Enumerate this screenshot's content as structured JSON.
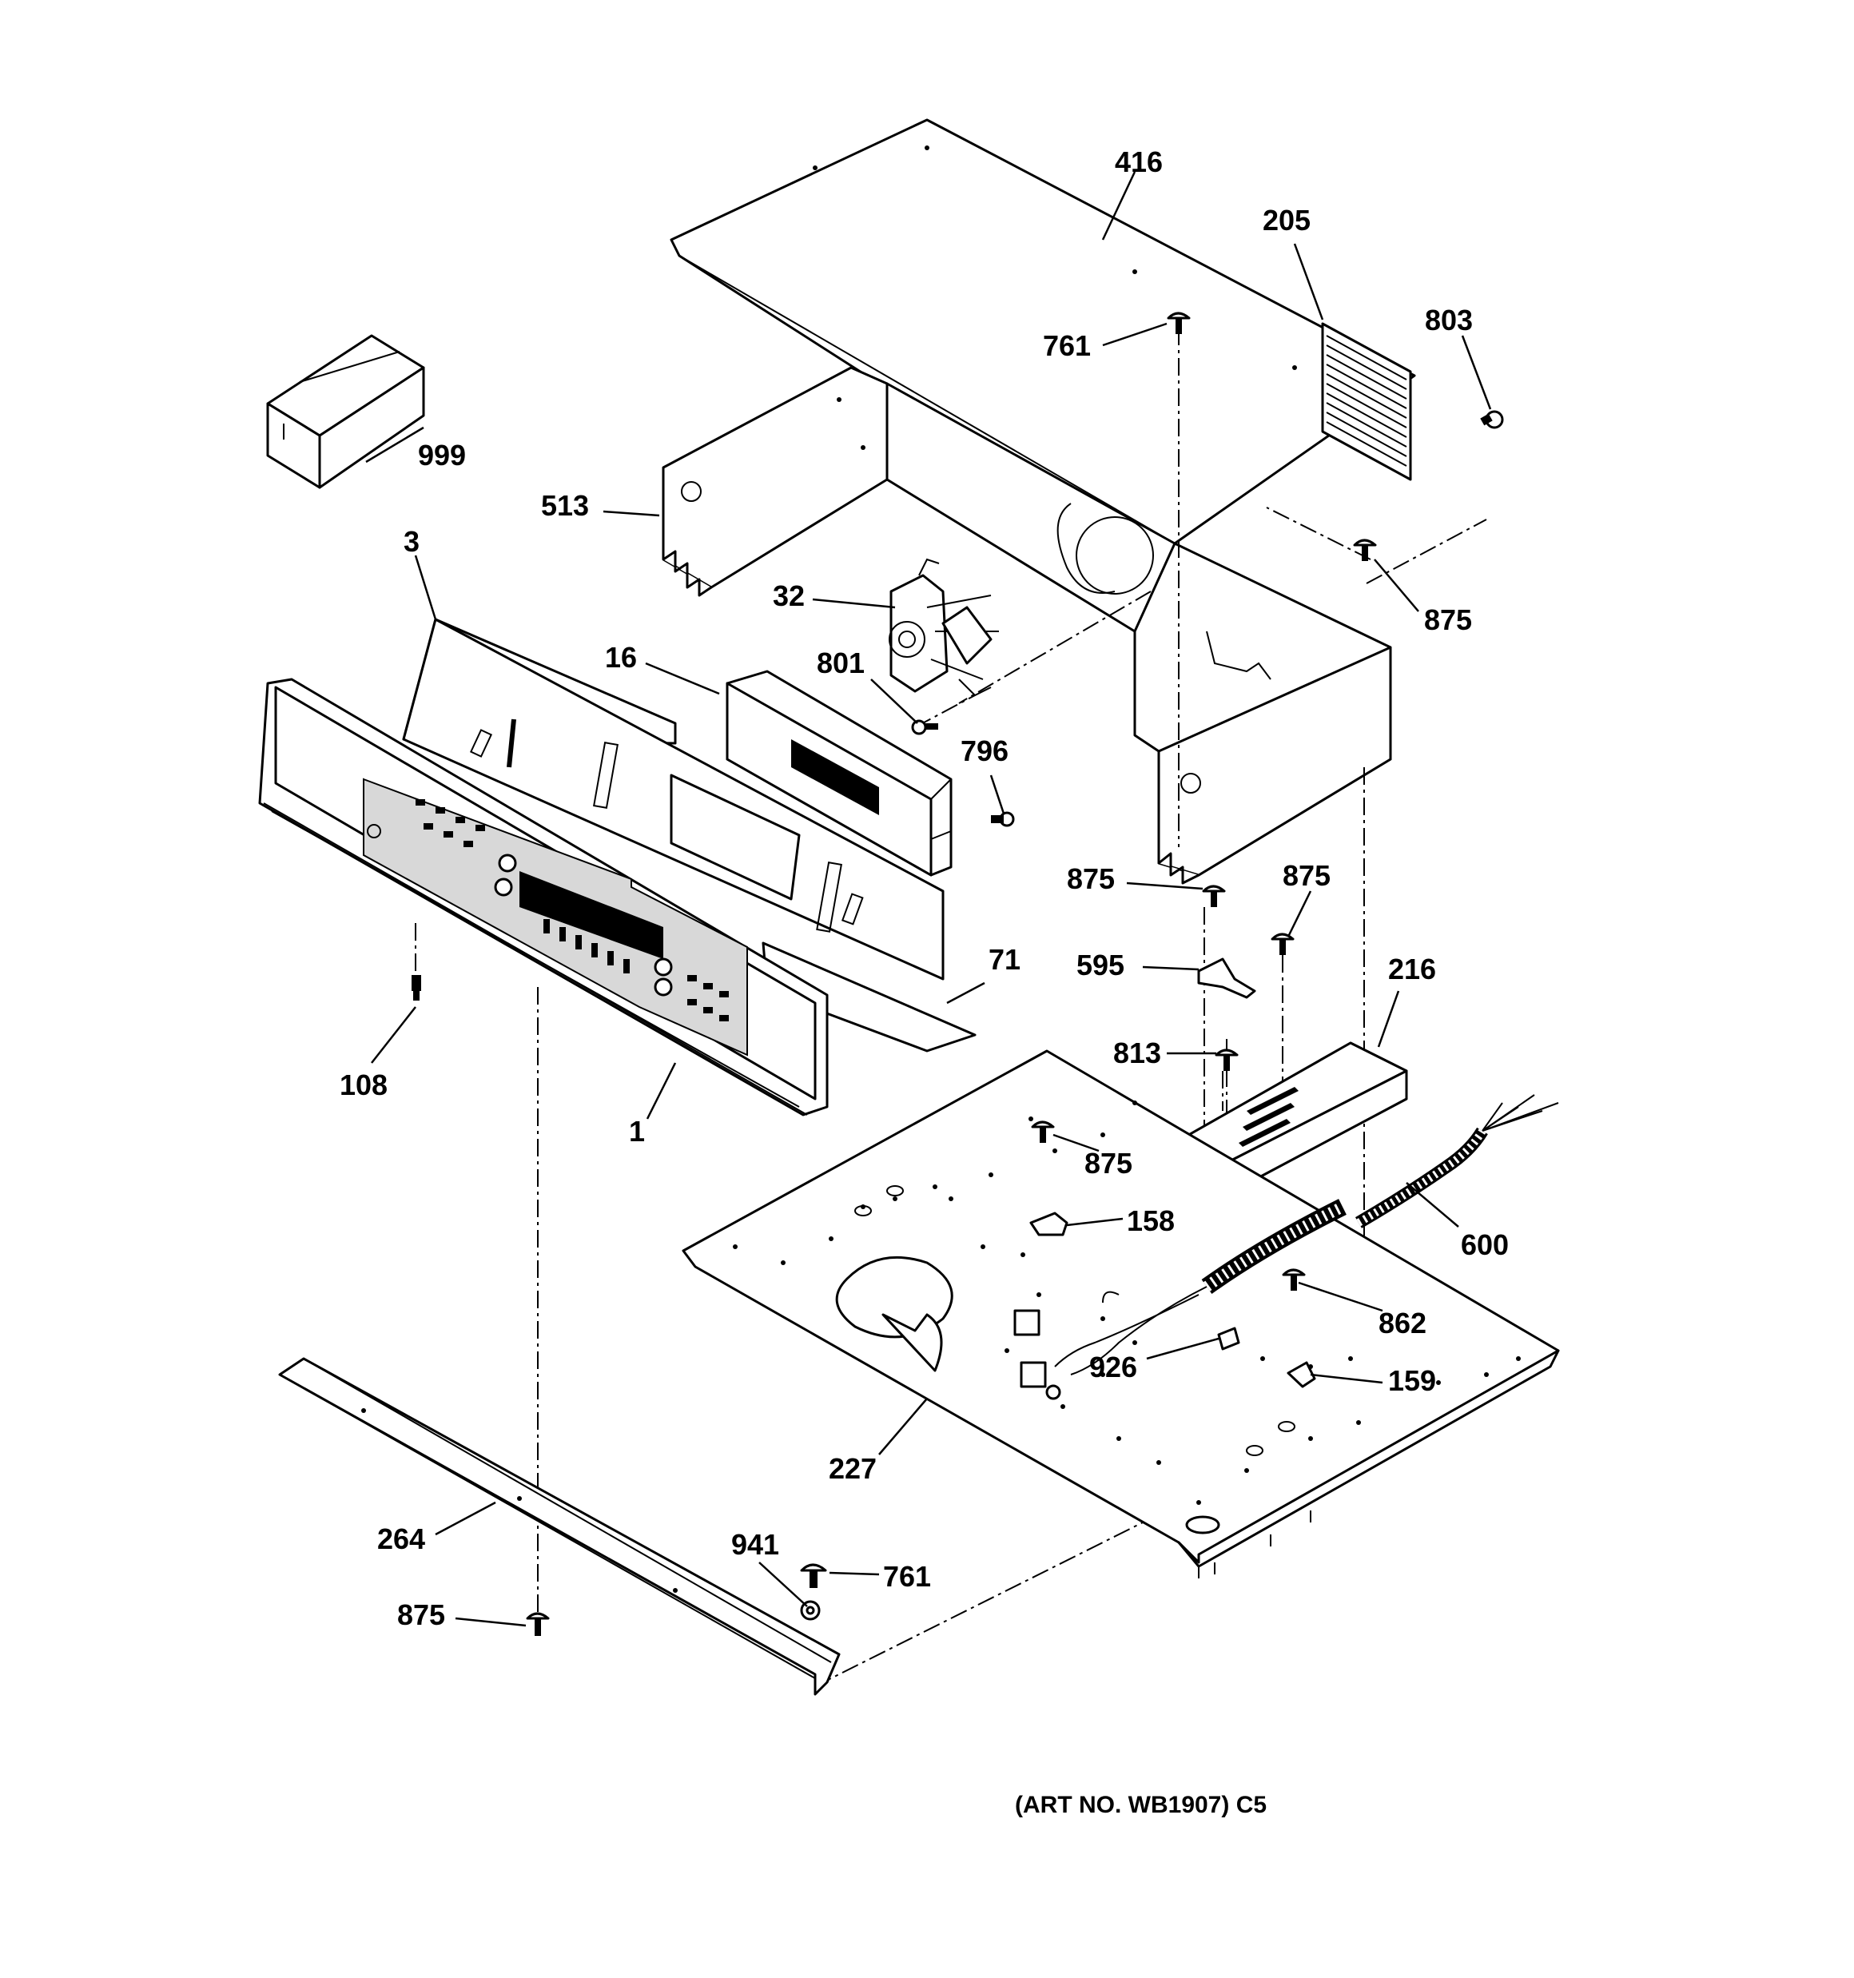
{
  "diagram": {
    "art_number": "(ART NO. WB1907) C5",
    "labels": {
      "p416": "416",
      "p205": "205",
      "p803": "803",
      "p761_top": "761",
      "p999": "999",
      "p513": "513",
      "p3": "3",
      "p32": "32",
      "p875_right": "875",
      "p16": "16",
      "p801": "801",
      "p796": "796",
      "p875_mid_a": "875",
      "p875_mid_b": "875",
      "p595": "595",
      "p216": "216",
      "p71": "71",
      "p108": "108",
      "p813": "813",
      "p1": "1",
      "p875_floor": "875",
      "p158": "158",
      "p600": "600",
      "p862": "862",
      "p926": "926",
      "p159": "159",
      "p227": "227",
      "p264": "264",
      "p941": "941",
      "p761_bottom": "761",
      "p875_bottom": "875"
    }
  }
}
